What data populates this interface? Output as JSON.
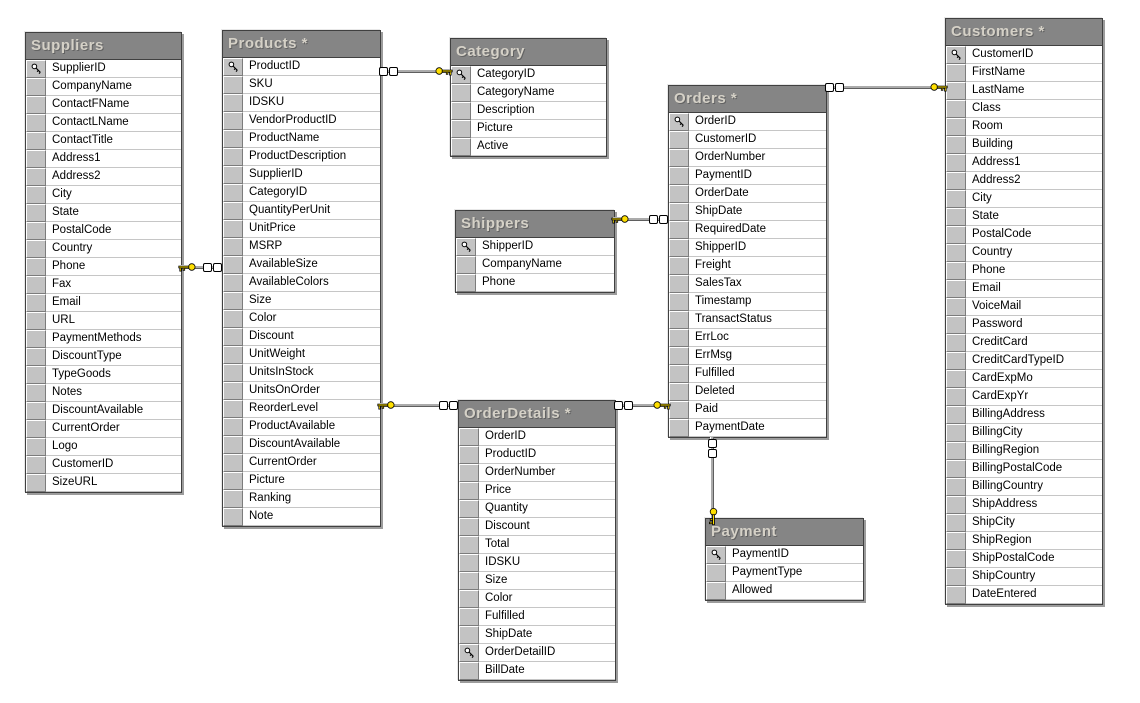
{
  "diagram": {
    "colors": {
      "header_bg": "#858585",
      "header_text": "#d5d1c7",
      "row_button": "#c3c3c3",
      "relationship_key": "#ffdf00",
      "table_bg": "#ffffff",
      "canvas_bg": "#ffffff"
    },
    "icons": {
      "primary_key": "key-icon",
      "relationship_one_end": "key-icon",
      "relationship_many_end": "infinity-icon"
    },
    "tables": [
      {
        "id": "suppliers",
        "title": "Suppliers",
        "fields": [
          {
            "name": "SupplierID",
            "pk": true
          },
          {
            "name": "CompanyName"
          },
          {
            "name": "ContactFName"
          },
          {
            "name": "ContactLName"
          },
          {
            "name": "ContactTitle"
          },
          {
            "name": "Address1"
          },
          {
            "name": "Address2"
          },
          {
            "name": "City"
          },
          {
            "name": "State"
          },
          {
            "name": "PostalCode"
          },
          {
            "name": "Country"
          },
          {
            "name": "Phone"
          },
          {
            "name": "Fax"
          },
          {
            "name": "Email"
          },
          {
            "name": "URL"
          },
          {
            "name": "PaymentMethods"
          },
          {
            "name": "DiscountType"
          },
          {
            "name": "TypeGoods"
          },
          {
            "name": "Notes"
          },
          {
            "name": "DiscountAvailable"
          },
          {
            "name": "CurrentOrder"
          },
          {
            "name": "Logo"
          },
          {
            "name": "CustomerID"
          },
          {
            "name": "SizeURL"
          }
        ]
      },
      {
        "id": "products",
        "title": "Products *",
        "fields": [
          {
            "name": "ProductID",
            "pk": true
          },
          {
            "name": "SKU"
          },
          {
            "name": "IDSKU"
          },
          {
            "name": "VendorProductID"
          },
          {
            "name": "ProductName"
          },
          {
            "name": "ProductDescription"
          },
          {
            "name": "SupplierID"
          },
          {
            "name": "CategoryID"
          },
          {
            "name": "QuantityPerUnit"
          },
          {
            "name": "UnitPrice"
          },
          {
            "name": "MSRP"
          },
          {
            "name": "AvailableSize"
          },
          {
            "name": "AvailableColors"
          },
          {
            "name": "Size"
          },
          {
            "name": "Color"
          },
          {
            "name": "Discount"
          },
          {
            "name": "UnitWeight"
          },
          {
            "name": "UnitsInStock"
          },
          {
            "name": "UnitsOnOrder"
          },
          {
            "name": "ReorderLevel"
          },
          {
            "name": "ProductAvailable"
          },
          {
            "name": "DiscountAvailable"
          },
          {
            "name": "CurrentOrder"
          },
          {
            "name": "Picture"
          },
          {
            "name": "Ranking"
          },
          {
            "name": "Note"
          }
        ]
      },
      {
        "id": "category",
        "title": "Category",
        "fields": [
          {
            "name": "CategoryID",
            "pk": true
          },
          {
            "name": "CategoryName"
          },
          {
            "name": "Description"
          },
          {
            "name": "Picture"
          },
          {
            "name": "Active"
          }
        ]
      },
      {
        "id": "shippers",
        "title": "Shippers",
        "fields": [
          {
            "name": "ShipperID",
            "pk": true
          },
          {
            "name": "CompanyName"
          },
          {
            "name": "Phone"
          }
        ]
      },
      {
        "id": "orders",
        "title": "Orders *",
        "fields": [
          {
            "name": "OrderID",
            "pk": true
          },
          {
            "name": "CustomerID"
          },
          {
            "name": "OrderNumber"
          },
          {
            "name": "PaymentID"
          },
          {
            "name": "OrderDate"
          },
          {
            "name": "ShipDate"
          },
          {
            "name": "RequiredDate"
          },
          {
            "name": "ShipperID"
          },
          {
            "name": "Freight"
          },
          {
            "name": "SalesTax"
          },
          {
            "name": "Timestamp"
          },
          {
            "name": "TransactStatus"
          },
          {
            "name": "ErrLoc"
          },
          {
            "name": "ErrMsg"
          },
          {
            "name": "Fulfilled"
          },
          {
            "name": "Deleted"
          },
          {
            "name": "Paid"
          },
          {
            "name": "PaymentDate"
          }
        ]
      },
      {
        "id": "orderdetails",
        "title": "OrderDetails *",
        "fields": [
          {
            "name": "OrderID"
          },
          {
            "name": "ProductID"
          },
          {
            "name": "OrderNumber"
          },
          {
            "name": "Price"
          },
          {
            "name": "Quantity"
          },
          {
            "name": "Discount"
          },
          {
            "name": "Total"
          },
          {
            "name": "IDSKU"
          },
          {
            "name": "Size"
          },
          {
            "name": "Color"
          },
          {
            "name": "Fulfilled"
          },
          {
            "name": "ShipDate"
          },
          {
            "name": "OrderDetailID",
            "pk": true
          },
          {
            "name": "BillDate"
          }
        ]
      },
      {
        "id": "customers",
        "title": "Customers *",
        "fields": [
          {
            "name": "CustomerID",
            "pk": true
          },
          {
            "name": "FirstName"
          },
          {
            "name": "LastName"
          },
          {
            "name": "Class"
          },
          {
            "name": "Room"
          },
          {
            "name": "Building"
          },
          {
            "name": "Address1"
          },
          {
            "name": "Address2"
          },
          {
            "name": "City"
          },
          {
            "name": "State"
          },
          {
            "name": "PostalCode"
          },
          {
            "name": "Country"
          },
          {
            "name": "Phone"
          },
          {
            "name": "Email"
          },
          {
            "name": "VoiceMail"
          },
          {
            "name": "Password"
          },
          {
            "name": "CreditCard"
          },
          {
            "name": "CreditCardTypeID"
          },
          {
            "name": "CardExpMo"
          },
          {
            "name": "CardExpYr"
          },
          {
            "name": "BillingAddress"
          },
          {
            "name": "BillingCity"
          },
          {
            "name": "BillingRegion"
          },
          {
            "name": "BillingPostalCode"
          },
          {
            "name": "BillingCountry"
          },
          {
            "name": "ShipAddress"
          },
          {
            "name": "ShipCity"
          },
          {
            "name": "ShipRegion"
          },
          {
            "name": "ShipPostalCode"
          },
          {
            "name": "ShipCountry"
          },
          {
            "name": "DateEntered"
          }
        ]
      },
      {
        "id": "payment",
        "title": "Payment",
        "fields": [
          {
            "name": "PaymentID",
            "pk": true
          },
          {
            "name": "PaymentType"
          },
          {
            "name": "Allowed"
          }
        ]
      }
    ],
    "relationships": [
      {
        "one": "Suppliers",
        "many": "Products",
        "one_end_icon": "key-icon",
        "many_end_icon": "infinity-icon"
      },
      {
        "one": "Category",
        "many": "Products",
        "one_end_icon": "key-icon",
        "many_end_icon": "infinity-icon"
      },
      {
        "one": "Shippers",
        "many": "Orders",
        "one_end_icon": "key-icon",
        "many_end_icon": "infinity-icon"
      },
      {
        "one": "Customers",
        "many": "Orders",
        "one_end_icon": "key-icon",
        "many_end_icon": "infinity-icon"
      },
      {
        "one": "Products",
        "many": "OrderDetails",
        "one_end_icon": "key-icon",
        "many_end_icon": "infinity-icon"
      },
      {
        "one": "Orders",
        "many": "OrderDetails",
        "one_end_icon": "key-icon",
        "many_end_icon": "infinity-icon"
      },
      {
        "one": "Payment",
        "many": "Orders",
        "one_end_icon": "key-icon",
        "many_end_icon": "infinity-icon"
      }
    ]
  }
}
